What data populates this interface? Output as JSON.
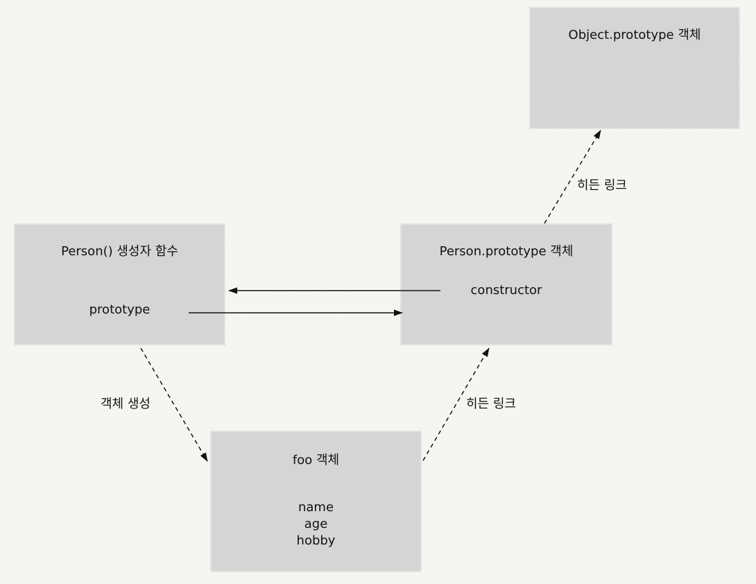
{
  "diagram": {
    "boxes": {
      "object_prototype": {
        "title": "Object.prototype 객체"
      },
      "person_constructor": {
        "title": "Person() 생성자 함수",
        "property": "prototype"
      },
      "person_prototype": {
        "title": "Person.prototype 객체",
        "property": "constructor"
      },
      "foo": {
        "title": "foo 객체",
        "properties": [
          "name",
          "age",
          "hobby"
        ]
      }
    },
    "edges": {
      "hidden_link_upper": "히든 링크",
      "hidden_link_lower": "히든 링크",
      "object_creation": "객체 생성"
    },
    "colors": {
      "background": "#f6f5f1",
      "box_fill": "#d5d5d5",
      "line": "#111111"
    }
  }
}
